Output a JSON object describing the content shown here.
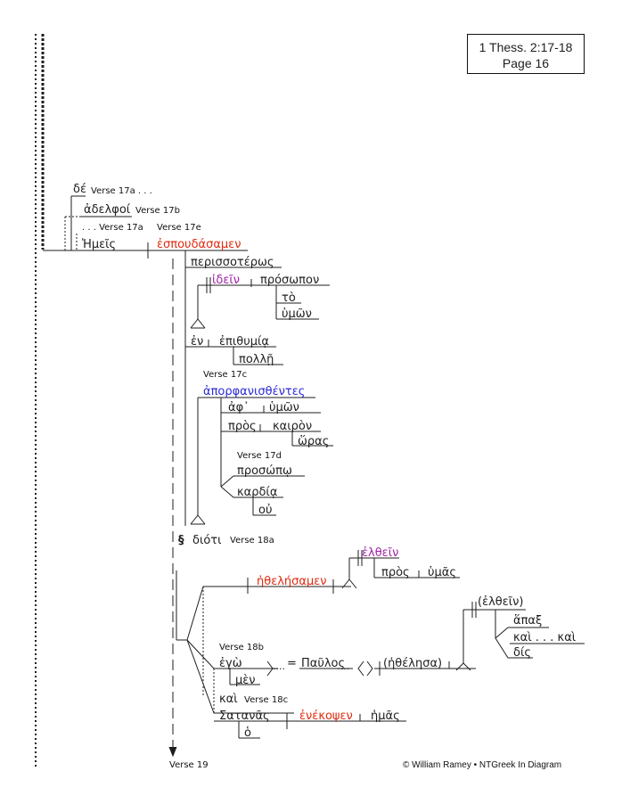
{
  "header": {
    "reference": "1 Thess. 2:17-18",
    "page": "Page 16"
  },
  "words": {
    "de": "δέ",
    "adelphoi": "ἀδελφοί",
    "hemeis": "Ἡμεῖς",
    "espoudasamen": "ἐσπουδάσαμεν",
    "perissoteros": "περισσοτέρως",
    "idein": "ἰδεῖν",
    "prosopon": "πρόσωπον",
    "to": "τὸ",
    "hymon1": "ὑμῶν",
    "en": "ἐν",
    "epithymia": "ἐπιθυμίᾳ",
    "polle": "πολλῇ",
    "aporphanisthentes": "ἀπορφανισθέντες",
    "aph": "ἀφ᾽",
    "hymon2": "ὑμῶν",
    "pros1": "πρὸς",
    "kairon": "καιρὸν",
    "horas": "ὥρας",
    "prosopo": "προσώπῳ",
    "kardia": "καρδίᾳ",
    "ou": "οὐ",
    "dioti": "διότι",
    "elthein1": "ἐλθεῖν",
    "pros2": "πρὸς",
    "hymas1": "ὑμᾶς",
    "ethelesamen": "ἠθελήσαμεν",
    "elthein2": "(ἐλθεῖν)",
    "hapax": "ἅπαξ",
    "kai_kai": "καὶ . . . καὶ",
    "dis": "δίς",
    "ego": "ἐγὼ",
    "paulos": "Παῦλος",
    "ethelesa": "(ἠθέλησα)",
    "men": "μὲν",
    "kai": "καὶ",
    "satanas": "Σατανᾶς",
    "enekopsen": "ἐνέκοψεν",
    "hymas2": "ἡμᾶς",
    "ho": "ὁ"
  },
  "labels": {
    "v17a_top": "Verse 17a . . .",
    "v17b": "Verse 17b",
    "v17a_mid": ". . . Verse 17a",
    "v17e": "Verse 17e",
    "v17c": "Verse 17c",
    "v17d": "Verse 17d",
    "v18a": "Verse 18a",
    "v18b": "Verse 18b",
    "v18c": "Verse 18c",
    "v19": "Verse 19",
    "paragraph_mark": "§",
    "equals": "=",
    "dots1": "....",
    "dots2": "...."
  },
  "footer": {
    "copyright": "© William Ramey • NTGreek In Diagram"
  },
  "colors": {
    "verb": "#e02a10",
    "infinitive": "#a21fa8",
    "participle": "#2a2ad6",
    "text": "#1e1e1e"
  }
}
